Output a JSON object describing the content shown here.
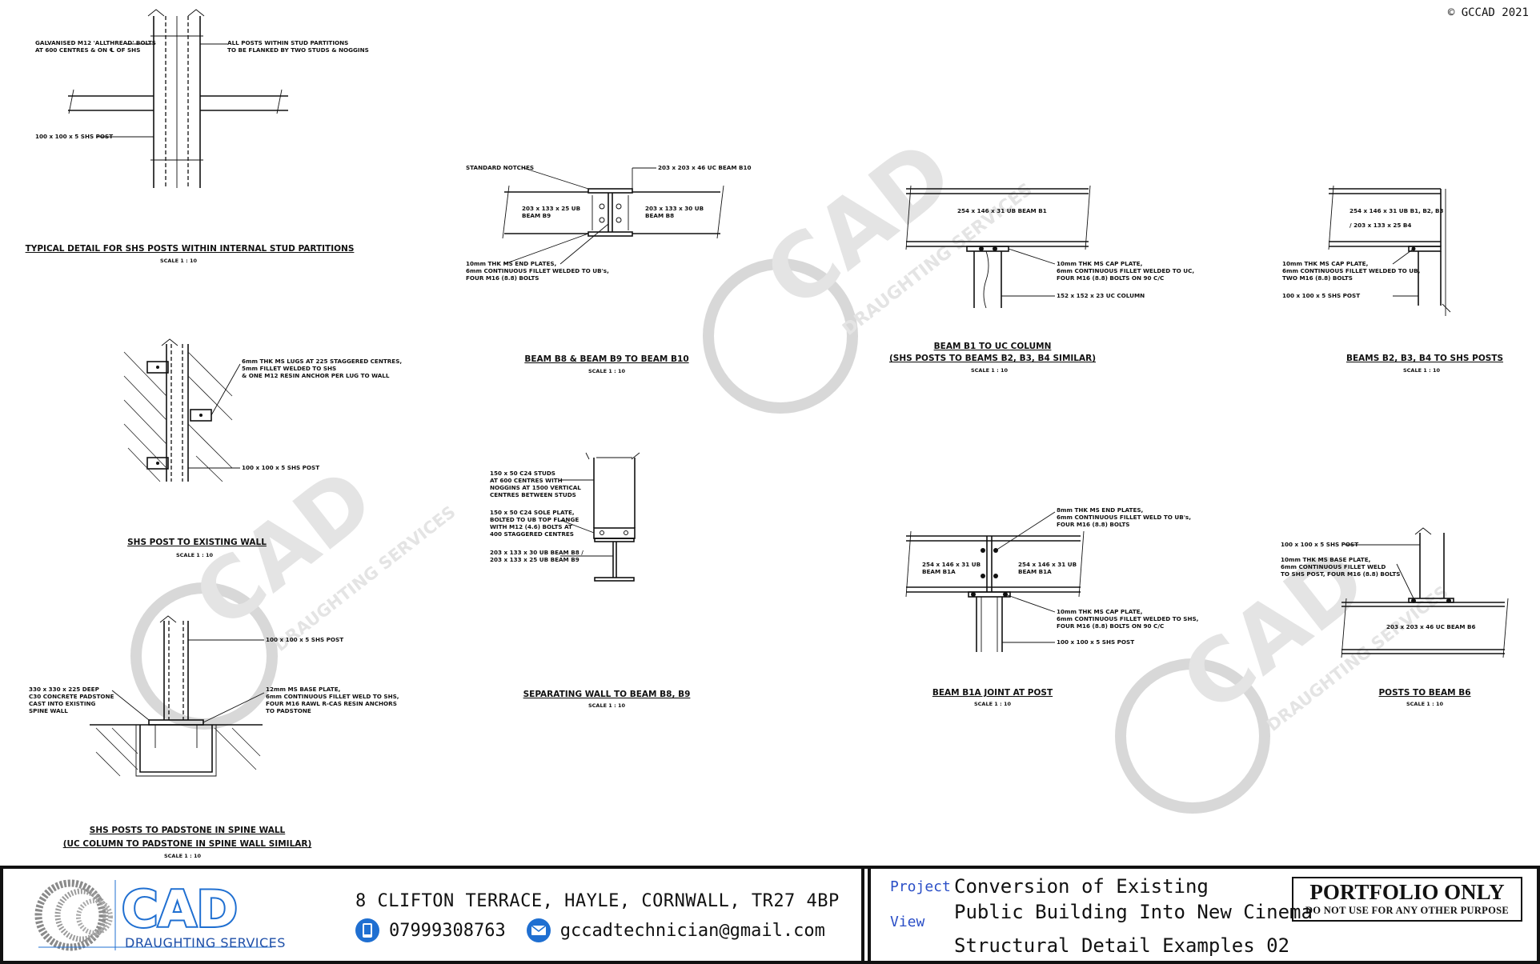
{
  "copyright": "© GCCAD 2021",
  "watermark": {
    "brand": "CAD",
    "sub": "DRAUGHTING SERVICES"
  },
  "details": {
    "d1": {
      "title": "TYPICAL DETAIL FOR SHS POSTS WITHIN INTERNAL STUD PARTITIONS",
      "scale": "SCALE 1 : 10",
      "notes": [
        "GALVANISED M12 'ALLTHREAD' BOLTS",
        "AT 600 CENTRES & ON ℄ OF SHS",
        "ALL POSTS WITHIN STUD PARTITIONS",
        "TO BE FLANKED BY TWO STUDS & NOGGINS",
        "100 x 100 x 5 SHS POST"
      ]
    },
    "d2": {
      "title": "SHS POST TO EXISTING WALL",
      "scale": "SCALE 1 : 10",
      "notes": [
        "6mm THK MS LUGS AT 225 STAGGERED CENTRES,",
        "5mm FILLET WELDED TO SHS",
        "& ONE M12 RESIN ANCHOR PER LUG TO WALL",
        "100 x 100 x 5 SHS POST"
      ]
    },
    "d3": {
      "title": "SHS POSTS TO PADSTONE IN SPINE WALL",
      "title2": "(UC COLUMN TO PADSTONE IN SPINE WALL SIMILAR)",
      "scale": "SCALE 1 : 10",
      "notes": [
        "100 x 100 x 5 SHS POST",
        "330 x 330 x 225 DEEP",
        "C30 CONCRETE PADSTONE",
        "CAST INTO EXISTING",
        "SPINE WALL",
        "12mm MS BASE PLATE,",
        "6mm CONTINUOUS FILLET WELD TO SHS,",
        "FOUR M16 RAWL R-CAS RESIN ANCHORS",
        "TO PADSTONE"
      ]
    },
    "d4": {
      "title": "BEAM B8 & BEAM B9 TO BEAM B10",
      "scale": "SCALE 1 : 10",
      "notes": [
        "STANDARD NOTCHES",
        "203 x 203 x 46 UC BEAM B10",
        "203 x 133 x 25 UB",
        "BEAM B9",
        "203 x 133 x 30 UB",
        "BEAM B8",
        "10mm THK MS END PLATES,",
        "6mm CONTINUOUS FILLET WELDED TO UB's,",
        "FOUR M16 (8.8) BOLTS"
      ]
    },
    "d5": {
      "title": "SEPARATING WALL TO BEAM B8, B9",
      "scale": "SCALE 1 : 10",
      "notes": [
        "150 x 50 C24 STUDS",
        "AT 600 CENTRES WITH",
        "NOGGINS AT 1500 VERTICAL",
        "CENTRES BETWEEN STUDS",
        "150 x 50 C24 SOLE PLATE,",
        "BOLTED TO UB TOP FLANGE",
        "WITH M12 (4.6) BOLTS AT",
        "400 STAGGERED CENTRES",
        "203 x 133 x 30 UB BEAM B8 /",
        "203 x 133 x 25 UB BEAM B9"
      ]
    },
    "d6": {
      "title": "BEAM B1 TO UC COLUMN",
      "title2": "(SHS POSTS TO BEAMS B2, B3, B4 SIMILAR)",
      "scale": "SCALE 1 : 10",
      "notes": [
        "254 x 146 x 31 UB BEAM B1",
        "10mm THK MS CAP PLATE,",
        "6mm CONTINUOUS FILLET WELDED TO UC,",
        "FOUR M16 (8.8) BOLTS ON 90 C/C",
        "152 x 152 x 23 UC COLUMN"
      ]
    },
    "d7": {
      "title": "BEAM B1A JOINT AT POST",
      "scale": "SCALE 1 : 10",
      "notes": [
        "8mm THK MS END PLATES,",
        "6mm CONTINUOUS FILLET WELD TO UB's,",
        "FOUR M16 (8.8) BOLTS",
        "254 x 146 x 31 UB",
        "BEAM B1A",
        "254 x 146 x 31 UB",
        "BEAM B1A",
        "10mm THK MS CAP PLATE,",
        "6mm CONTINUOUS FILLET WELDED TO SHS,",
        "FOUR M16 (8.8) BOLTS ON 90 C/C",
        "100 x 100 x 5 SHS POST"
      ]
    },
    "d8": {
      "title": "BEAMS B2, B3, B4 TO SHS POSTS",
      "scale": "SCALE 1 : 10",
      "notes": [
        "254 x 146 x 31 UB B1, B2, B3",
        "/ 203 x 133 x 25 B4",
        "10mm THK MS CAP PLATE,",
        "6mm CONTINUOUS FILLET WELDED TO UB,",
        "TWO M16 (8.8) BOLTS",
        "100 x 100 x 5 SHS POST"
      ]
    },
    "d9": {
      "title": "POSTS TO BEAM B6",
      "scale": "SCALE 1 : 10",
      "notes": [
        "100 x 100 x 5 SHS POST",
        "10mm THK MS BASE PLATE,",
        "6mm CONTINUOUS FILLET WELD",
        "TO SHS POST, FOUR M16 (8.8) BOLTS",
        "203 x 203 x 46 UC BEAM B6"
      ]
    }
  },
  "titleblock": {
    "logo_text": "CAD",
    "logo_sub": "DRAUGHTING SERVICES",
    "address": "8 CLIFTON TERRACE, HAYLE, CORNWALL, TR27 4BP",
    "phone": "07999308763",
    "email": "gccadtechnician@gmail.com",
    "project_label": "Project",
    "view_label": "View",
    "project_line1": "Conversion of Existing",
    "project_line2": "Public Building Into New Cinema",
    "view": "Structural Detail Examples 02",
    "portfolio": "PORTFOLIO ONLY",
    "portfolio_sub": "DO NOT USE FOR ANY OTHER PURPOSE",
    "accent": "#1f6fd1"
  }
}
